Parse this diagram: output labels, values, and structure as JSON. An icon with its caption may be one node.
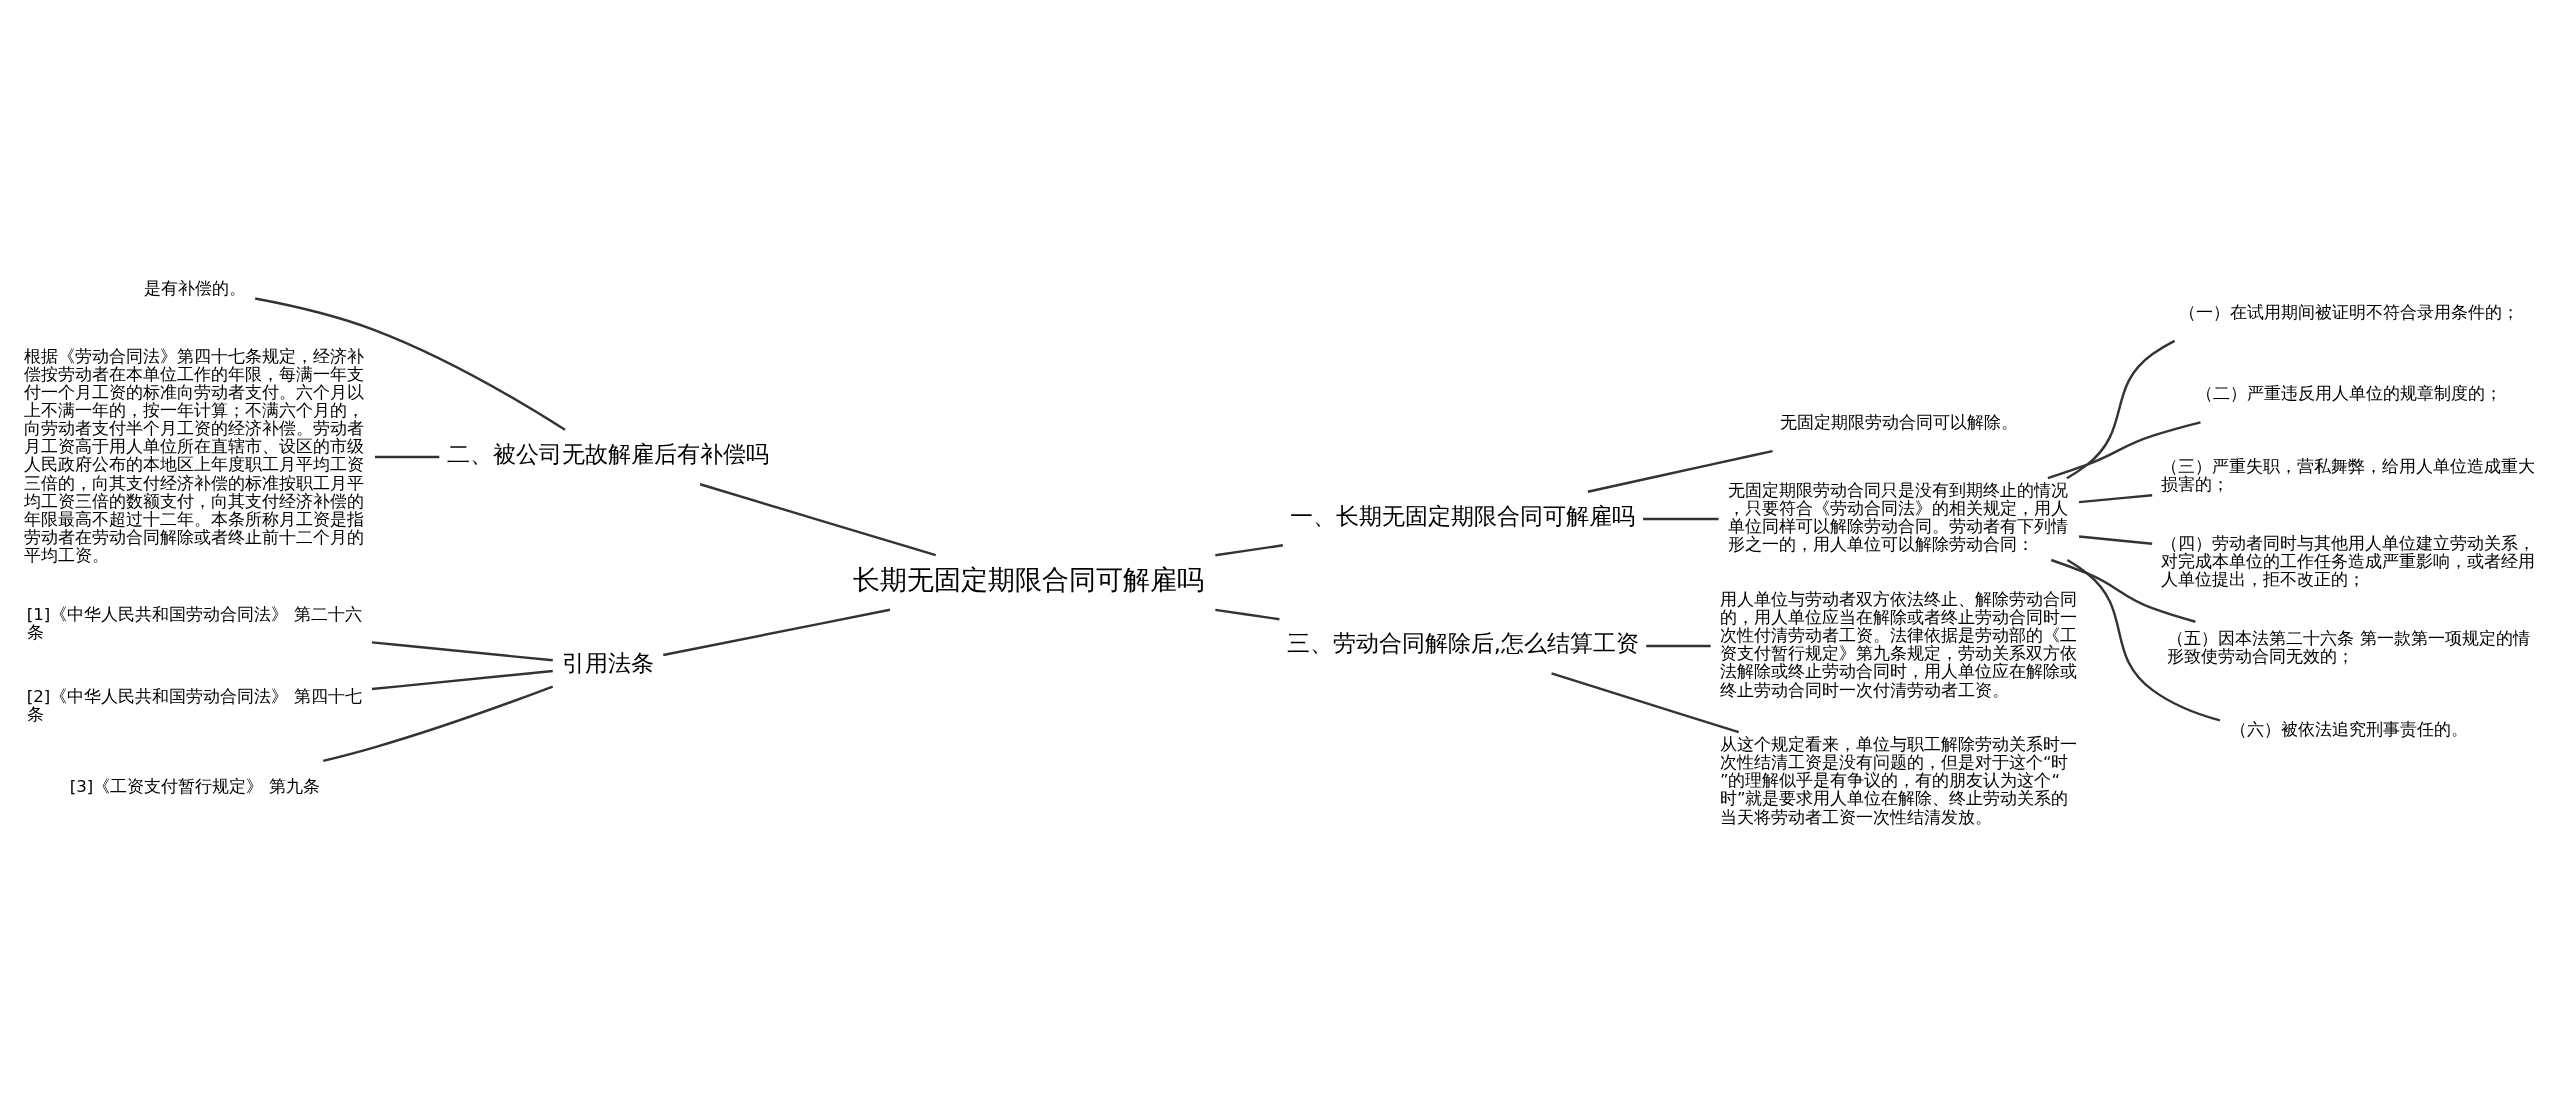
{
  "diagram": {
    "nodes": [
      {
        "text": [
          "长期无固定期限合同可解雇吗"
        ]
      },
      {
        "text": [
          "一、长期无固定期限合同可解雇吗"
        ]
      },
      {
        "text": [
          "无固定期限劳动合同可以解除。"
        ]
      },
      {
        "text": [
          "无固定期限劳动合同只是没有到期终止的情况，只要符合《劳动合同法》的相关规定，用人单位同样可以解除劳动合同。劳动者有下列情形之一的，用人单位可以解除劳动合同："
        ]
      },
      {
        "text": [
          "（一）在试用期间被证明不符合录用条件的；"
        ]
      },
      {
        "text": [
          "（二）严重违反用人单位的规章制度的；"
        ]
      },
      {
        "text": [
          "（三）严重失职，营私舞弊，给用人单位造成重大损害的；"
        ]
      },
      {
        "text": [
          "（四）劳动者同时与其他用人单位建立劳动关系，对完成本单位的工作任务造成严重影响，或者经用人单位提出，拒不改正的；"
        ]
      },
      {
        "text": [
          "（五）因本法第二十六条 第一款第一项规定的情形致使劳动合同无效的；"
        ]
      },
      {
        "text": [
          "（六）被依法追究刑事责任的。"
        ]
      },
      {
        "text": [
          "二、被公司无故解雇后有补偿吗"
        ]
      },
      {
        "text": [
          "是有补偿的。"
        ]
      },
      {
        "text": [
          "根据《劳动合同法》第四十七条规定，经济补偿按劳动者在本单位工作的年限，每满一年支付一个月工资的标准向劳动者支付。六个月以上不满一年的，按一年计算；不满六个月的，向劳动者支付半个月工资的经济补偿。劳动者月工资高于用人单位所在直辖市、设区的市级人民政府公布的本地区上年度职工月平均工资三倍的，向其支付经济补偿的标准按职工月平均工资三倍的数额支付，向其支付经济补偿的年限最高不超过十二年。本条所称月工资是指劳动者在劳动合同解除或者终止前十二个月的平均工资。"
        ]
      },
      {
        "text": [
          "引用法条"
        ]
      },
      {
        "text": [
          "[1]《中华人民共和国劳动合同法》 第二十六条"
        ]
      },
      {
        "text": [
          "[2]《中华人民共和国劳动合同法》 第四十七条"
        ]
      },
      {
        "text": [
          "[3]《工资支付暂行规定》 第九条"
        ]
      },
      {
        "text": [
          "三、劳动合同解除后,怎么结算工资"
        ]
      },
      {
        "text": [
          "用人单位与劳动者双方依法终止、解除劳动合同的，用人单位应当在解除或者终止劳动合同时一次性付清劳动者工资。法律依据是劳动部的《工资支付暂行规定》第九条规定，劳动关系双方依法解除或终止劳动合同时，用人单位应在解除或终止劳动合同时一次付清劳动者工资。"
        ]
      },
      {
        "text": [
          "从这个规定看来，单位与职工解除劳动关系时一次性结清工资是没有问题的，但是对于这个“时”的理解似乎是有争议的，有的朋友认为这个“时”就是要求用人单位在解除、终止劳动关系的当天将劳动者工资一次性结清发放。"
        ]
      }
    ],
    "edges": [
      {
        "from": 0,
        "to": 1,
        "arrow": "none"
      },
      {
        "from": 1,
        "to": 2,
        "arrow": "none"
      },
      {
        "from": 1,
        "to": 3,
        "arrow": "none"
      },
      {
        "from": 3,
        "to": 4,
        "arrow": "none"
      },
      {
        "from": 3,
        "to": 5,
        "arrow": "none"
      },
      {
        "from": 3,
        "to": 6,
        "arrow": "none"
      },
      {
        "from": 3,
        "to": 7,
        "arrow": "none"
      },
      {
        "from": 3,
        "to": 8,
        "arrow": "none"
      },
      {
        "from": 3,
        "to": 9,
        "arrow": "none"
      },
      {
        "from": 10,
        "to": 0,
        "arrow": "none"
      },
      {
        "from": 11,
        "to": 10,
        "arrow": "none"
      },
      {
        "from": 12,
        "to": 10,
        "arrow": "none"
      },
      {
        "from": 13,
        "to": 0,
        "arrow": "none"
      },
      {
        "from": 14,
        "to": 13,
        "arrow": "none"
      },
      {
        "from": 15,
        "to": 13,
        "arrow": "none"
      },
      {
        "from": 16,
        "to": 13,
        "arrow": "none"
      },
      {
        "from": 0,
        "to": 17,
        "arrow": "none"
      },
      {
        "from": 17,
        "to": 18,
        "arrow": "none"
      },
      {
        "from": 17,
        "to": 19,
        "arrow": "none"
      }
    ]
  }
}
